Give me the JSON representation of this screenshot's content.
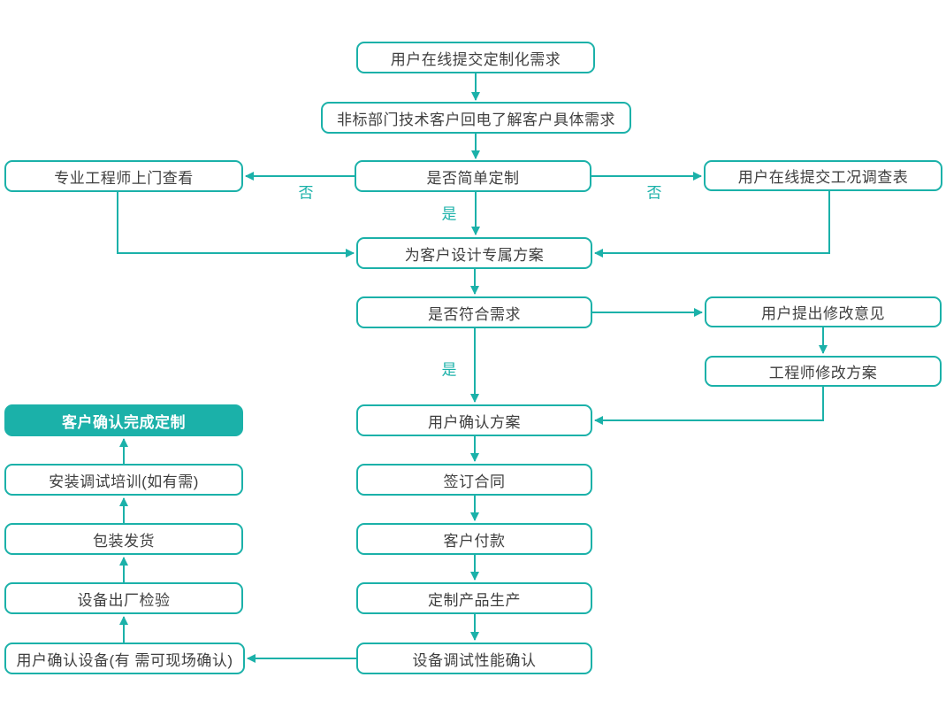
{
  "colors": {
    "accent": "#1bb1a9",
    "node_text": "#3f3f3f",
    "node_background": "#ffffff",
    "filled_node_background": "#1bb1a9",
    "filled_node_text": "#ffffff",
    "page_background": "#ffffff"
  },
  "nodes": [
    {
      "id": "submit",
      "label": "用户在线提交定制化需求",
      "style": "outline"
    },
    {
      "id": "callback",
      "label": "非标部门技术客户回电了解客户具体需求",
      "style": "outline"
    },
    {
      "id": "visit",
      "label": "专业工程师上门查看",
      "style": "outline"
    },
    {
      "id": "simple",
      "label": "是否简单定制",
      "style": "outline"
    },
    {
      "id": "survey",
      "label": "用户在线提交工况调查表",
      "style": "outline"
    },
    {
      "id": "design",
      "label": "为客户设计专属方案",
      "style": "outline"
    },
    {
      "id": "meet",
      "label": "是否符合需求",
      "style": "outline"
    },
    {
      "id": "feedback",
      "label": "用户提出修改意见",
      "style": "outline"
    },
    {
      "id": "revise",
      "label": "工程师修改方案",
      "style": "outline"
    },
    {
      "id": "confirm_plan",
      "label": "用户确认方案",
      "style": "outline"
    },
    {
      "id": "complete",
      "label": "客户确认完成定制",
      "style": "filled"
    },
    {
      "id": "contract",
      "label": "签订合同",
      "style": "outline"
    },
    {
      "id": "training",
      "label": "安装调试培训(如有需)",
      "style": "outline"
    },
    {
      "id": "payment",
      "label": "客户付款",
      "style": "outline"
    },
    {
      "id": "shipping",
      "label": "包装发货",
      "style": "outline"
    },
    {
      "id": "production",
      "label": "定制产品生产",
      "style": "outline"
    },
    {
      "id": "inspection",
      "label": "设备出厂检验",
      "style": "outline"
    },
    {
      "id": "debug",
      "label": "设备调试性能确认",
      "style": "outline"
    },
    {
      "id": "confirm_device",
      "label": "用户确认设备(有 需可现场确认)",
      "style": "outline"
    }
  ],
  "edges": [
    {
      "from": "submit",
      "to": "callback",
      "label": ""
    },
    {
      "from": "callback",
      "to": "simple",
      "label": ""
    },
    {
      "from": "simple",
      "to": "visit",
      "label": "否"
    },
    {
      "from": "simple",
      "to": "survey",
      "label": "否"
    },
    {
      "from": "simple",
      "to": "design",
      "label": "是"
    },
    {
      "from": "visit",
      "to": "design",
      "label": ""
    },
    {
      "from": "survey",
      "to": "design",
      "label": ""
    },
    {
      "from": "design",
      "to": "meet",
      "label": ""
    },
    {
      "from": "meet",
      "to": "feedback",
      "label": ""
    },
    {
      "from": "feedback",
      "to": "revise",
      "label": ""
    },
    {
      "from": "revise",
      "to": "confirm_plan",
      "label": ""
    },
    {
      "from": "meet",
      "to": "confirm_plan",
      "label": "是"
    },
    {
      "from": "confirm_plan",
      "to": "contract",
      "label": ""
    },
    {
      "from": "contract",
      "to": "payment",
      "label": ""
    },
    {
      "from": "payment",
      "to": "production",
      "label": ""
    },
    {
      "from": "production",
      "to": "debug",
      "label": ""
    },
    {
      "from": "debug",
      "to": "confirm_device",
      "label": ""
    },
    {
      "from": "confirm_device",
      "to": "inspection",
      "label": ""
    },
    {
      "from": "inspection",
      "to": "shipping",
      "label": ""
    },
    {
      "from": "shipping",
      "to": "training",
      "label": ""
    },
    {
      "from": "training",
      "to": "complete",
      "label": ""
    }
  ]
}
